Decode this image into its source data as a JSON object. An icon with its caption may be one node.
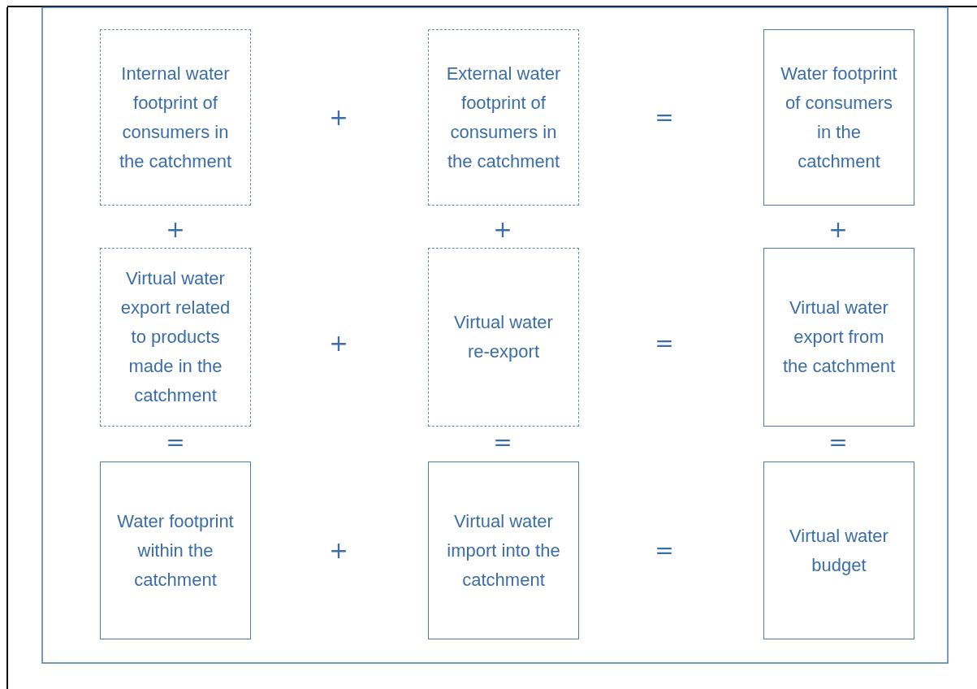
{
  "diagram": {
    "nodes": [
      {
        "text": [
          "Internal water footprint of consumers in the catchment"
        ]
      },
      {
        "text": [
          "External water footprint of consumers in the catchment"
        ]
      },
      {
        "text": [
          "Water footprint of consumers in the catchment"
        ]
      },
      {
        "text": [
          "Virtual water export related to products made in the catchment"
        ]
      },
      {
        "text": [
          "Virtual water re-export"
        ]
      },
      {
        "text": [
          "Virtual water export from the catchment"
        ]
      },
      {
        "text": [
          "Water footprint within the catchment"
        ]
      },
      {
        "text": [
          "Virtual water import into the catchment"
        ]
      },
      {
        "text": [
          "Virtual water budget"
        ]
      }
    ],
    "labels": [
      "+",
      "=",
      "+",
      "+",
      "+",
      "+",
      "=",
      "=",
      "=",
      "=",
      "+",
      "="
    ]
  }
}
